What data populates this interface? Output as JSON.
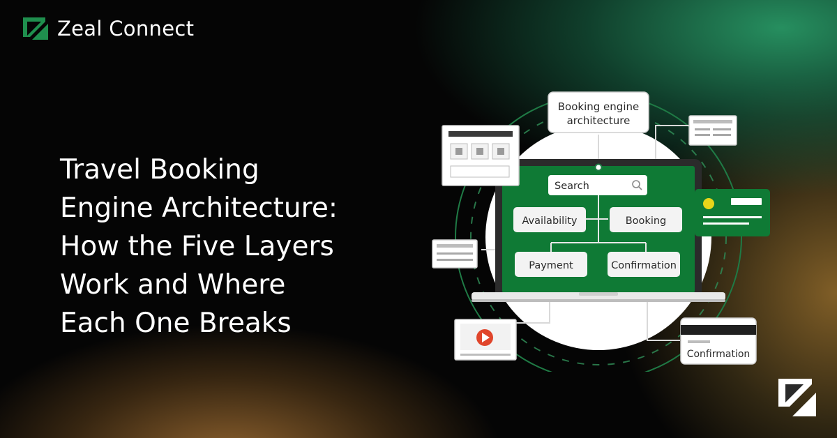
{
  "brand": {
    "name": "Zeal Connect",
    "logo_icon": "zeal-logo-icon"
  },
  "headline": {
    "lines": [
      "Travel Booking",
      "Engine Architecture:",
      "How the Five Layers",
      "Work and Where",
      "Each One Breaks"
    ]
  },
  "diagram": {
    "title_line1": "Booking engine",
    "title_line2": "architecture",
    "search_placeholder": "Search",
    "availability": "Availability",
    "booking": "Booking",
    "payment": "Payment",
    "confirmation": "Confirmation",
    "card_confirmation": "Confirmation"
  },
  "colors": {
    "accent_green": "#0f7a35",
    "laptop_frame": "#2b2b2b",
    "card_yellow": "#e8d51a",
    "play_red": "#e0452b"
  }
}
